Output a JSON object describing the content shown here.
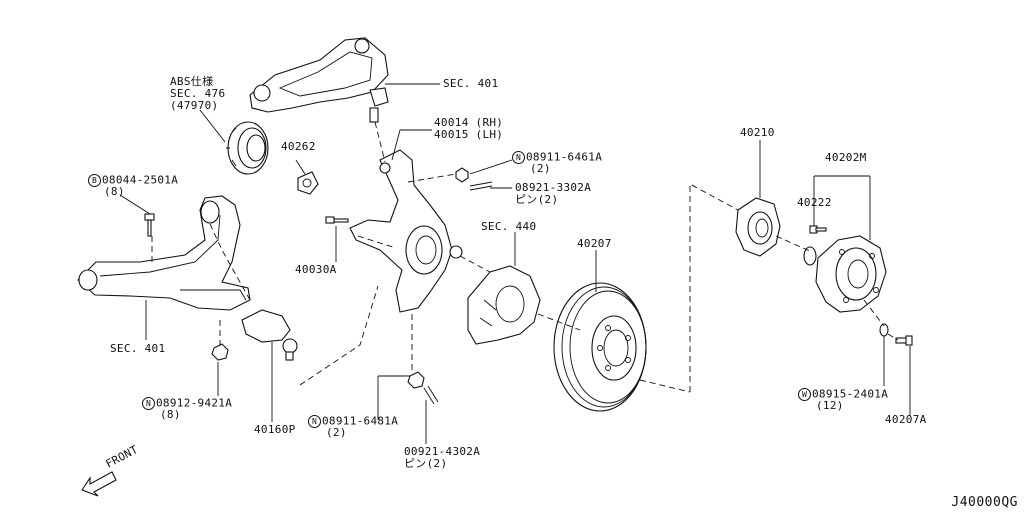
{
  "labels": {
    "abs_note": "ABS仕様",
    "sec_476": "SEC. 476",
    "part_47970": "(47970)",
    "sec_401_top": "SEC. 401",
    "sec_401_left": "SEC. 401",
    "sec_440": "SEC. 440",
    "part_40014": "40014 (RH)",
    "part_40015": "40015 (LH)",
    "part_40262": "40262",
    "part_40030a": "40030A",
    "part_40160p": "40160P",
    "part_40207": "40207",
    "part_40210": "40210",
    "part_40202m": "40202M",
    "part_40222": "40222",
    "part_40207a": "40207A",
    "bolt_08044": "08044-2501A",
    "bolt_08044_qty": "(8)",
    "bolt_08044_sym": "B",
    "nut_08911_6461": "08911-6461A",
    "nut_08911_6461_qty": "(2)",
    "nut_08911_6461_sym": "N",
    "pin_08921": "08921-3302A",
    "pin_08921_qty": "ピン(2)",
    "nut_08912": "08912-9421A",
    "nut_08912_qty": "(8)",
    "nut_08912_sym": "N",
    "nut_08911_6481": "08911-6481A",
    "nut_08911_6481_qty": "(2)",
    "nut_08911_6481_sym": "N",
    "pin_00921": "00921-4302A",
    "pin_00921_qty": "ピン(2)",
    "washer_08915": "08915-2401A",
    "washer_08915_qty": "(12)",
    "washer_08915_sym": "W",
    "front": "FRONT",
    "diagram_code": "J40000QG"
  }
}
